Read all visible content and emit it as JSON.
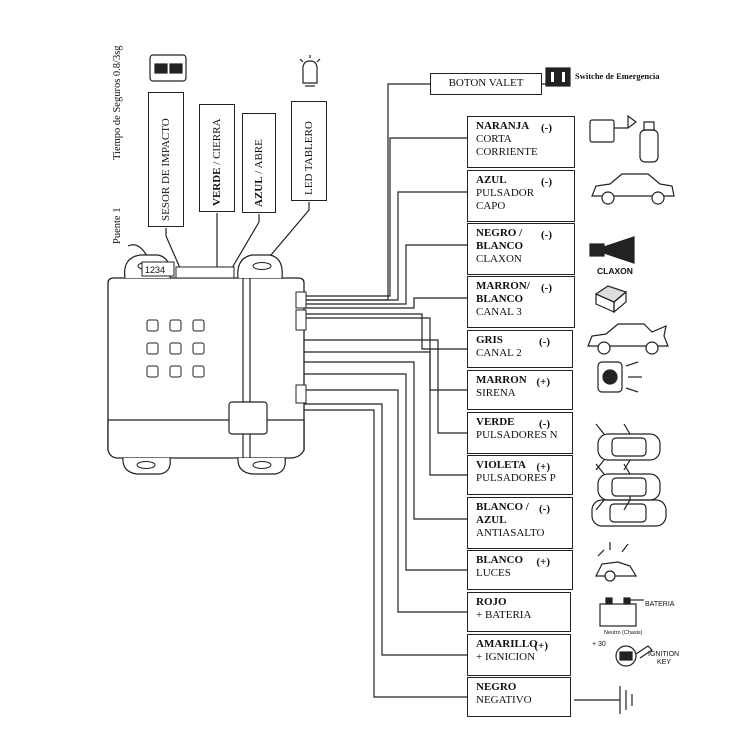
{
  "left_labels": {
    "timer": "Tiempo de Seguros 0.8/3sg",
    "bridge": "Puente 1",
    "connector_numbers": "1234"
  },
  "top_boxes": [
    {
      "id": "impact",
      "parts": [
        {
          "text": "SESOR  DE IMPACTO",
          "bold": false
        }
      ]
    },
    {
      "id": "lock",
      "parts": [
        {
          "text": "VERDE",
          "bold": true
        },
        {
          "text": " / CIERRA",
          "bold": false
        }
      ]
    },
    {
      "id": "unlock",
      "parts": [
        {
          "text": "AZUL",
          "bold": true
        },
        {
          "text": " / ABRE",
          "bold": false
        }
      ]
    },
    {
      "id": "led",
      "parts": [
        {
          "text": "LED TABLERO",
          "bold": false
        }
      ]
    }
  ],
  "valet_button": "BOTON VALET",
  "emergency_switch": "Switche de Emergencia",
  "wires": [
    {
      "name": "NARANJA",
      "polarity": "(-)",
      "function": "CORTA\nCORRIENTE",
      "icon": "relay-coil-icon"
    },
    {
      "name": "AZUL",
      "polarity": "(-)",
      "function": "PULSADOR\nCAPO",
      "icon": "car-side-icon"
    },
    {
      "name": "NEGRO /\nBLANCO",
      "polarity": "(-)",
      "function": "CLAXON",
      "icon": "horn-icon"
    },
    {
      "name": "MARRON/\nBLANCO",
      "polarity": "(-)",
      "function": "CANAL 3",
      "icon": "module-box-icon"
    },
    {
      "name": "GRIS",
      "polarity": "(-)",
      "function": "CANAL 2",
      "icon": "car-trunk-icon"
    },
    {
      "name": "MARRON",
      "polarity": "(+)",
      "function": "SIRENA",
      "icon": "siren-icon"
    },
    {
      "name": "VERDE",
      "polarity": "(-)",
      "function": "PULSADORES N",
      "icon": "car-top-doors-icon"
    },
    {
      "name": "VIOLETA",
      "polarity": "(+)",
      "function": "PULSADORES P",
      "icon": "car-top-doors-icon"
    },
    {
      "name": "BLANCO /\nAZUL",
      "polarity": "(-)",
      "function": "ANTIASALTO",
      "icon": "car-top-icon"
    },
    {
      "name": "BLANCO",
      "polarity": "(+)",
      "function": "LUCES",
      "icon": "headlight-icon"
    },
    {
      "name": "ROJO",
      "polarity": "",
      "function": "+ BATERIA",
      "icon": "battery-icon"
    },
    {
      "name": "AMARILLO",
      "polarity": "(+)",
      "function": "+ IGNICION",
      "icon": "ignition-key-icon"
    },
    {
      "name": "NEGRO",
      "polarity": "",
      "function": "NEGATIVO",
      "icon": "ground-icon"
    }
  ],
  "claxon_label": "CLAXON",
  "battery": {
    "label": "BATERIA",
    "sub": "Neutro (Chasis)"
  },
  "ignition": {
    "plus": "+ 30",
    "key1": "IGNITION",
    "key2": "KEY"
  },
  "colors": {
    "line": "#222222",
    "box_fill": "#f7f7f7",
    "background": "#ffffff"
  }
}
